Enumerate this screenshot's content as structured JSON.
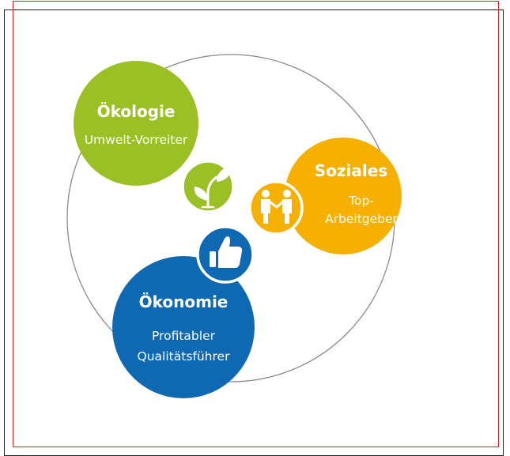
{
  "diagram": {
    "colors": {
      "oekologie": "#9bc025",
      "soziales": "#f5b000",
      "oekonomie": "#0f68b2",
      "ring": "#8a8a8a",
      "frame_red": "#d2242b",
      "frame_black": "#222222"
    },
    "oekologie": {
      "title": "Ökologie",
      "subtitle": "Umwelt-Vorreiter",
      "icon": "leaf-sprout-icon"
    },
    "soziales": {
      "title": "Soziales",
      "subtitle_line1": "Top-",
      "subtitle_line2": "Arbeitgeber",
      "icon": "people-handshake-icon"
    },
    "oekonomie": {
      "title": "Ökonomie",
      "subtitle_line1": "Profitabler",
      "subtitle_line2": "Qualitätsführer",
      "icon": "thumbs-up-icon"
    }
  }
}
